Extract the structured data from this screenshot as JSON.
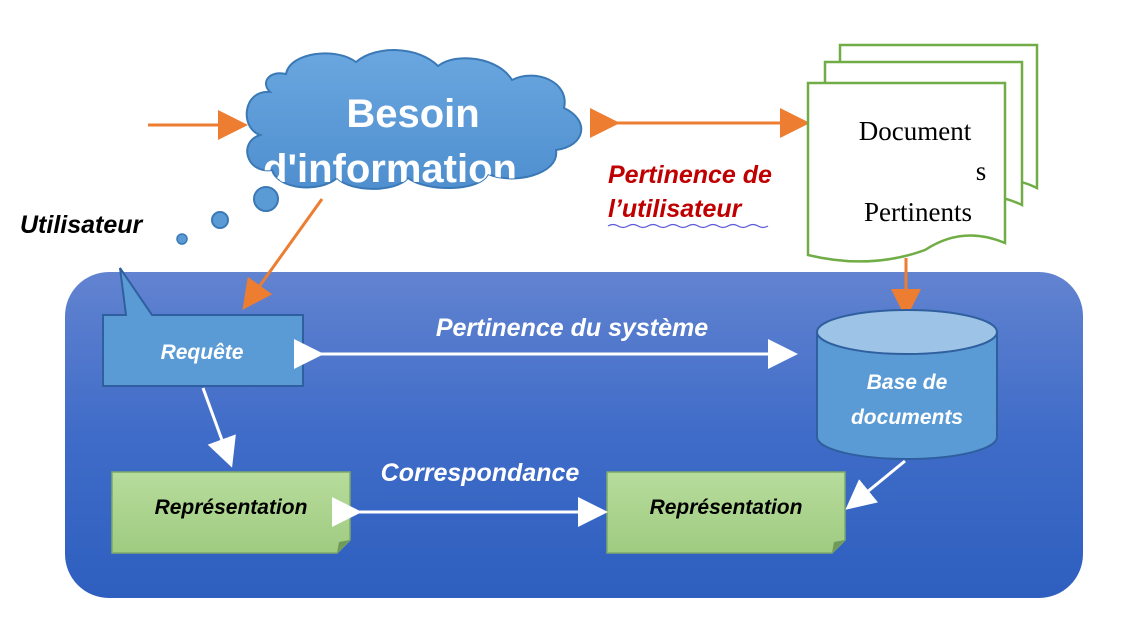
{
  "diagram": {
    "cloud_label": "Besoin",
    "cloud_label_clipped": "d'information",
    "user_label": "Utilisateur",
    "user_relevance": {
      "line1": "Pertinence de",
      "line2": "l’utilisateur"
    },
    "documents": {
      "line1": "Document",
      "line2": "s",
      "line3": "Pertinents"
    },
    "query_label": "Requête",
    "system_relevance": "Pertinence du système",
    "database": {
      "line1": "Base de",
      "line2": "documents"
    },
    "matching_label": "Correspondance",
    "left_representation": "Représentation",
    "right_representation": "Représentation"
  },
  "colors": {
    "system_panel": "#3f68c3",
    "cloud_fill": "#5b9bd5",
    "arrow_orange": "#ed7d31",
    "arrow_white": "#ffffff",
    "user_relevance_text": "#c00000",
    "representation_fill": "#a9d18e",
    "document_border": "#70ad47"
  }
}
